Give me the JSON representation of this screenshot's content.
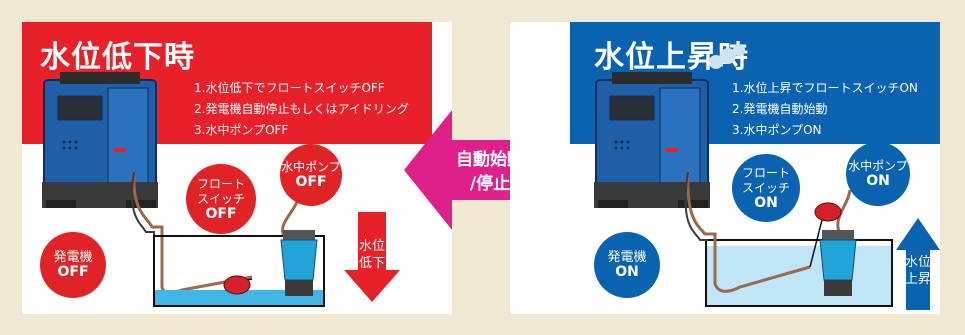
{
  "left_panel": {
    "title": "水位低下時",
    "steps": [
      "1.水位低下でフロートスイッチOFF",
      "2.発電機自動停止もしくはアイドリング",
      "3.水中ポンプOFF"
    ],
    "float_switch": {
      "label": "フロート\nスイッチ",
      "state": "OFF"
    },
    "pump": {
      "label": "水中ポンプ",
      "state": "OFF"
    },
    "generator": {
      "label": "発電機",
      "state": "OFF"
    },
    "level": "水位\n低下",
    "accent_color": "#e8202a"
  },
  "center": {
    "label_line1": "自動始動",
    "label_line2": "/停止",
    "color": "#e0208a"
  },
  "right_panel": {
    "title": "水位上昇時",
    "steps": [
      "1.水位上昇でフロートスイッチON",
      "2.発電機自動始動",
      "3.水中ポンプON"
    ],
    "float_switch": {
      "label": "フロート\nスイッチ",
      "state": "ON"
    },
    "pump": {
      "label": "水中ポンプ",
      "state": "ON"
    },
    "generator": {
      "label": "発電機",
      "state": "ON"
    },
    "level": "水位\n上昇",
    "accent_color": "#0a63b0"
  }
}
